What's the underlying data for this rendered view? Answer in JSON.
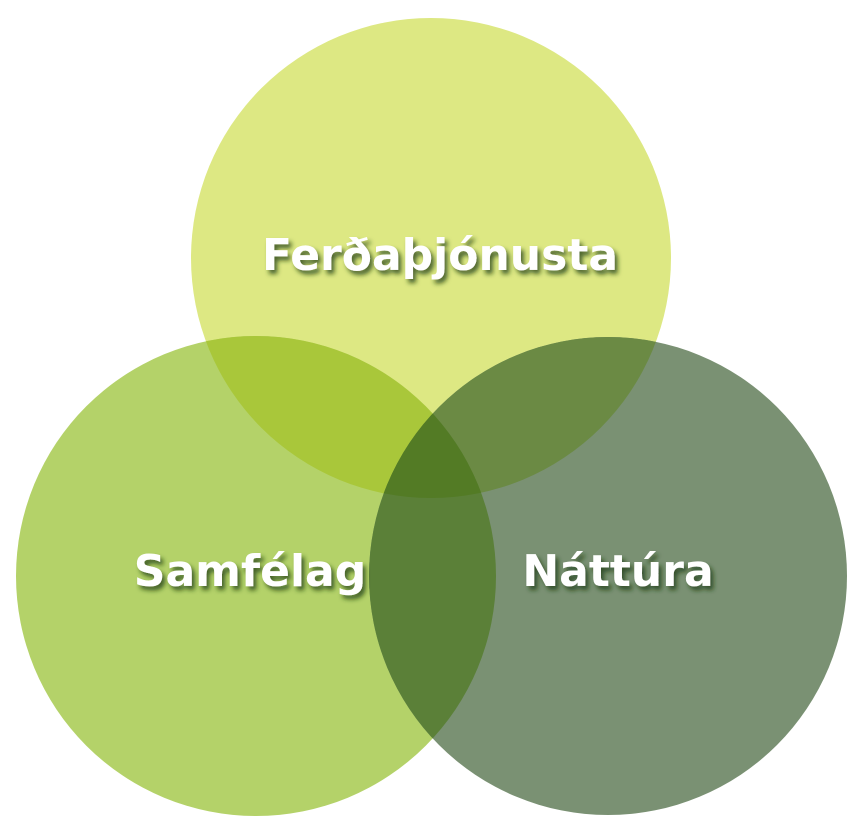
{
  "diagram": {
    "type": "venn",
    "sets": [
      {
        "id": "top",
        "label": "Ferðaþjónusta",
        "color": "#dde883"
      },
      {
        "id": "left",
        "label": "Samfélag",
        "color": "#b4d269"
      },
      {
        "id": "right",
        "label": "Náttúra",
        "color": "#7a9173"
      }
    ],
    "overlap_colors": {
      "top_left": "#a9c73a",
      "top_right": "#6b8a44",
      "left_right": "#5b8038",
      "all": "#537b25"
    }
  }
}
